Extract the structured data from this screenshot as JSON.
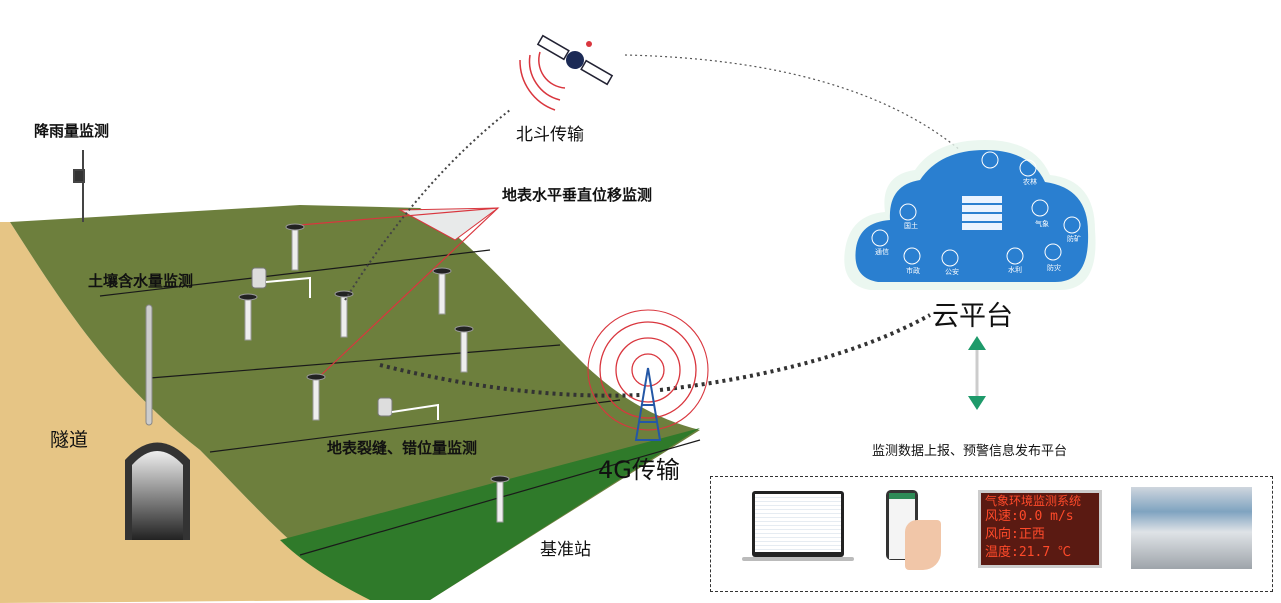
{
  "labels": {
    "rainfall": "降雨量监测",
    "beidou": "北斗传输",
    "displacement": "地表水平垂直位移监测",
    "soil_moisture": "土壤含水量监测",
    "tunnel": "隧道",
    "crack": "地表裂缝、错位量监测",
    "transmission_4g": "4G传输",
    "base_station": "基准站",
    "cloud_platform": "云平台",
    "platform_desc": "监测数据上报、预警信息发布平台"
  },
  "cloud_sectors": [
    "农林",
    "国土",
    "气象",
    "通信",
    "防矿",
    "市政",
    "公安",
    "水利",
    "防灾"
  ],
  "led_display": {
    "title": "气象环境监测系统",
    "rows": [
      {
        "name": "风速",
        "value": ":0.0  m/s"
      },
      {
        "name": "风向",
        "value": ":正西"
      },
      {
        "name": "温度",
        "value": ":21.7 ℃"
      }
    ]
  },
  "colors": {
    "slope": "#6b7d3c",
    "soil": "#e8c88a",
    "signal": "#d9363e",
    "cloud": "#2a7fd0",
    "arrow": "#1e9a6a"
  }
}
